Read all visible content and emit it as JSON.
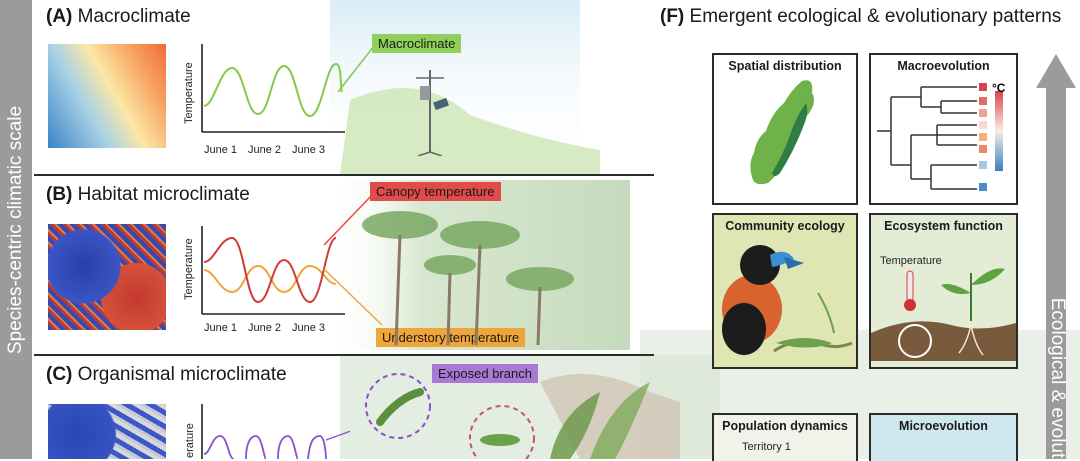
{
  "side_label": "Species-centric climatic scale",
  "right_label": "Ecological & evolut",
  "panels": {
    "a": {
      "letter": "(A)",
      "title": "Macroclimate",
      "tag": "Macroclimate",
      "ylabel": "Temperature",
      "ticks": [
        "June 1",
        "June 2",
        "June 3"
      ]
    },
    "b": {
      "letter": "(B)",
      "title": "Habitat microclimate",
      "tag_top": "Canopy temperature",
      "tag_bottom": "Understory temperature",
      "ylabel": "Temperature",
      "ticks": [
        "June 1",
        "June 2",
        "June 3"
      ]
    },
    "c": {
      "letter": "(C)",
      "title": "Organismal microclimate",
      "tag": "Exposed branch",
      "ylabel": "erature"
    }
  },
  "patterns": {
    "letter": "(F)",
    "title": "Emergent ecological & evolutionary patterns",
    "boxes": {
      "spatial": "Spatial distribution",
      "macroevo": "Macroevolution",
      "macroevo_unit": "°C",
      "community": "Community ecology",
      "ecosystem": "Ecosystem function",
      "ecosystem_label": "Temperature",
      "population": "Population dynamics",
      "population_label": "Territory 1",
      "microevo": "Microevolution"
    }
  },
  "colors": {
    "macro_tag": "#8fd05a",
    "canopy_tag": "#e24b4b",
    "understory_tag": "#f0a53a",
    "exposed_tag": "#a979d6",
    "macro_line": "#86c94a",
    "canopy_line": "#d13b36",
    "understory_line": "#f0a53a",
    "organismal_line": "#8a4fc9"
  }
}
